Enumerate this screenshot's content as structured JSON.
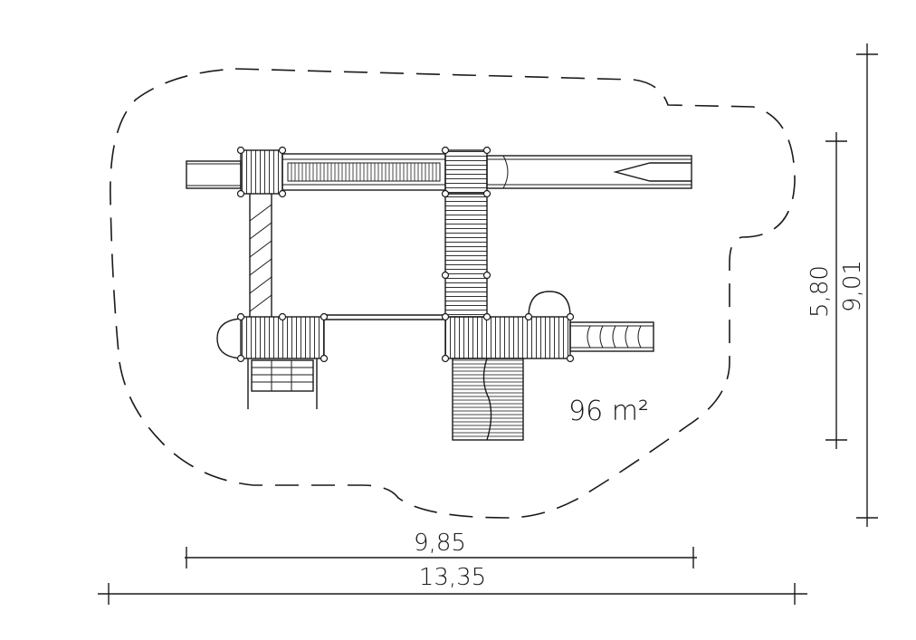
{
  "diagram": {
    "area_label": "96 m²",
    "dimensions": {
      "inner_width": "9,85",
      "outer_width": "13,35",
      "inner_height": "5,80",
      "outer_height": "9,01"
    }
  }
}
